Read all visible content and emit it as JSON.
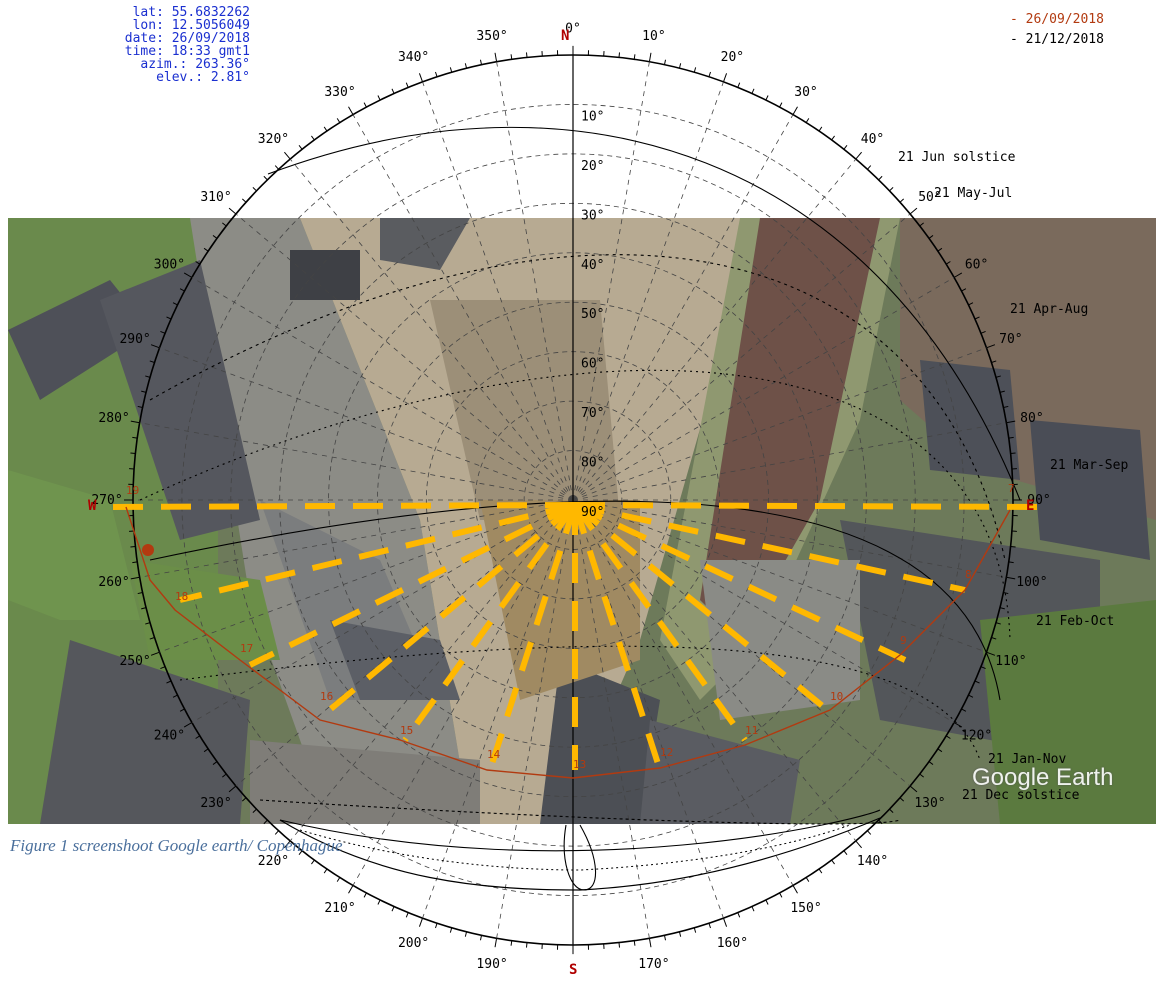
{
  "info": {
    "lat": "lat: 55.6832262",
    "lon": "lon: 12.5056049",
    "date": "date: 26/09/2018",
    "time": "time: 18:33 gmt1",
    "azim": "azim.: 263.36°",
    "elev": "elev.: 2.81°"
  },
  "legend": {
    "date1": "- 26/09/2018",
    "date2": "- 21/12/2018",
    "date1_color": "#b23a10",
    "date2_color": "#000000"
  },
  "compass": {
    "north": "N",
    "south": "S",
    "west": "W",
    "east": "E",
    "cardinal_color": "#b00000",
    "azimuth_labels": [
      "0°",
      "10°",
      "20°",
      "30°",
      "40°",
      "50°",
      "60°",
      "70°",
      "80°",
      "90°",
      "100°",
      "110°",
      "120°",
      "130°",
      "140°",
      "150°",
      "160°",
      "170°",
      "190°",
      "200°",
      "210°",
      "220°",
      "230°",
      "240°",
      "250°",
      "260°",
      "270°",
      "280°",
      "290°",
      "300°",
      "310°",
      "320°",
      "330°",
      "340°",
      "350°"
    ],
    "elevation_labels": [
      "10°",
      "20°",
      "30°",
      "40°",
      "50°",
      "60°",
      "70°",
      "80°",
      "90°"
    ]
  },
  "curve_labels": {
    "jun": "21 Jun  solstice",
    "may": "21 May-Jul",
    "apr": "21 Apr-Aug",
    "mar": "21 Mar-Sep",
    "feb": "21 Feb-Oct",
    "jan": "21 Jan-Nov",
    "dec": "21 Dec  solstice"
  },
  "hour_labels": [
    "19",
    "18",
    "17",
    "16",
    "15",
    "14",
    "13",
    "12",
    "11",
    "10",
    "9",
    "8",
    "7"
  ],
  "caption": "Figure 1 screenshoot Google earth/ Copenhague",
  "watermark": "Google Earth",
  "colors": {
    "ray": "#ffb800",
    "sun_path": "#b23a10",
    "sun_dot": "#b23a10"
  }
}
